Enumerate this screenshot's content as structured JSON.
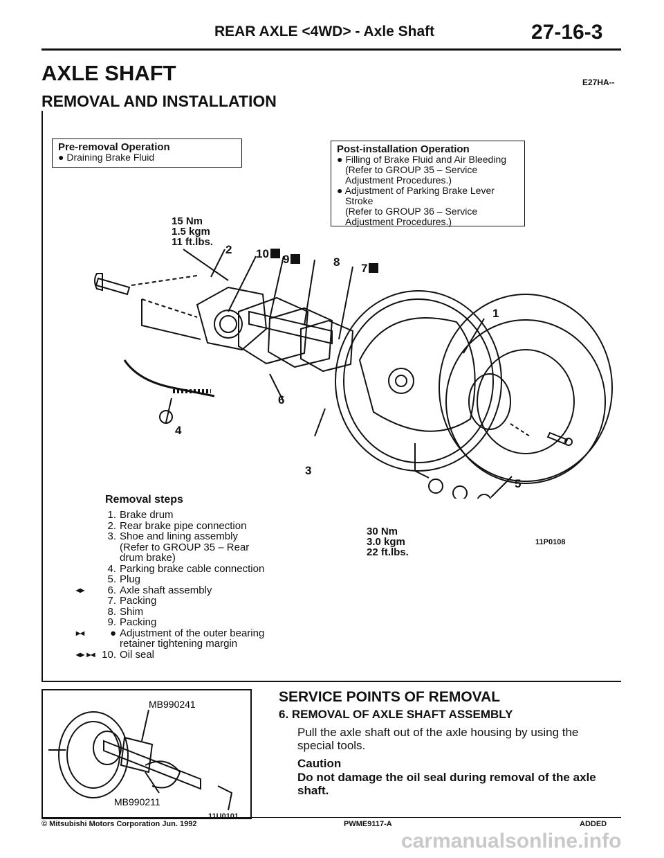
{
  "header": {
    "section": "REAR AXLE <4WD> - Axle Shaft",
    "page": "27-16-3"
  },
  "title": "AXLE SHAFT",
  "doc_code": "E27HA--",
  "subtitle": "REMOVAL AND INSTALLATION",
  "pre_removal": {
    "heading": "Pre-removal Operation",
    "items": [
      "●  Draining Brake Fluid"
    ]
  },
  "post_install": {
    "heading": "Post-installation Operation",
    "items": [
      {
        "line1": "●  Filling of Brake Fluid and Air Bleeding",
        "line2": "(Refer to GROUP 35 – Service",
        "line3": "Adjustment Procedures.)"
      },
      {
        "line1": "●  Adjustment of Parking Brake Lever",
        "line2": "Stroke",
        "line3": "(Refer to GROUP 36 – Service",
        "line4": "Adjustment Procedures.)"
      }
    ]
  },
  "torque_top": {
    "l1": "15 Nm",
    "l2": "1.5 kgm",
    "l3": "11 ft.lbs."
  },
  "torque_bottom": {
    "l1": "30 Nm",
    "l2": "3.0 kgm",
    "l3": "22 ft.lbs."
  },
  "callouts": [
    "1",
    "2",
    "3",
    "4",
    "5",
    "6",
    "7",
    "8",
    "9",
    "10"
  ],
  "figure_codes": {
    "main": "11P0108",
    "small": "11U0101"
  },
  "removal_steps_title": "Removal steps",
  "removal_steps": [
    {
      "mark": "",
      "num": "1.",
      "text": "Brake drum"
    },
    {
      "mark": "",
      "num": "2.",
      "text": "Rear brake pipe connection"
    },
    {
      "mark": "",
      "num": "3.",
      "text": "Shoe and lining assembly"
    },
    {
      "mark": "",
      "num": "",
      "text": "(Refer to GROUP 35 – Rear"
    },
    {
      "mark": "",
      "num": "",
      "text": "drum brake)"
    },
    {
      "mark": "",
      "num": "4.",
      "text": "Parking brake cable connection"
    },
    {
      "mark": "",
      "num": "5.",
      "text": "Plug"
    },
    {
      "mark": "◂▸",
      "num": "6.",
      "text": "Axle shaft assembly"
    },
    {
      "mark": "",
      "num": "7.",
      "text": "Packing"
    },
    {
      "mark": "",
      "num": "8.",
      "text": "Shim"
    },
    {
      "mark": "",
      "num": "9.",
      "text": "Packing"
    },
    {
      "mark": "       ▸◂",
      "num": "●",
      "text": "Adjustment of the outer bearing"
    },
    {
      "mark": "",
      "num": "",
      "text": "retainer tightening margin"
    },
    {
      "mark": "◂▸  ▸◂",
      "num": "10.",
      "text": "Oil seal"
    }
  ],
  "service": {
    "title": "SERVICE POINTS OF REMOVAL",
    "item": "6.  REMOVAL OF AXLE SHAFT ASSEMBLY",
    "body": "Pull the axle shaft out of the axle housing by using the special tools.",
    "caution_heading": "Caution",
    "caution_text": "Do not damage the oil seal during removal of the axle shaft."
  },
  "tools": {
    "t1": "MB990241",
    "t2": "MB990211"
  },
  "footer": {
    "left": "© Mitsubishi Motors Corporation    Jun. 1992",
    "mid": "PWME9117-A",
    "right": "ADDED"
  },
  "watermark": "carmanualsonline.info"
}
